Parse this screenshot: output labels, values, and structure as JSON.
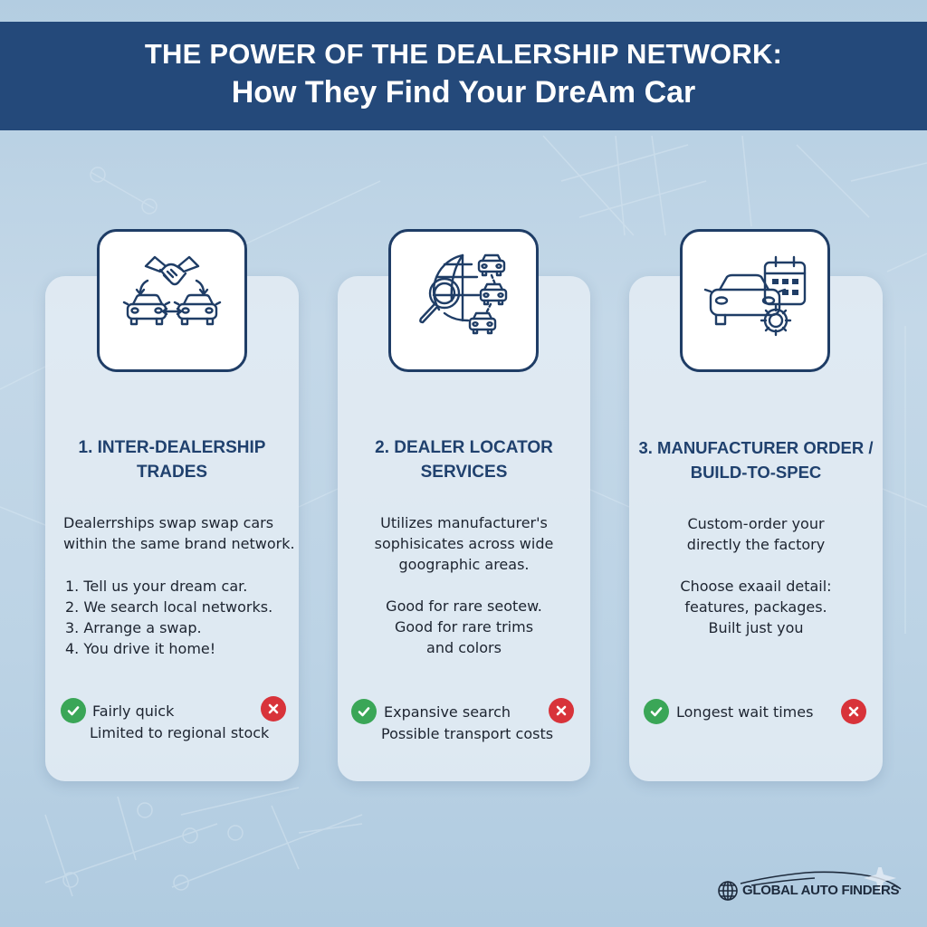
{
  "header": {
    "title_line1": "THE POWER OF THE DEALERSHIP NETWORK:",
    "title_line2": "How They Find Your DreAm Car",
    "background_color": "#24497a"
  },
  "cards": [
    {
      "icon": "handshake-cars-swap-icon",
      "title_line1": "1. INTER-DEALERSHIP",
      "title_line2": "TRADES",
      "description": "Dealerrships swap swap cars\nwithin the same brand network.",
      "steps": [
        "1. Tell us your dream car.",
        "2. We search local networks.",
        "3. Arrange a swap.",
        "4. You drive it home!"
      ],
      "pro": "Fairly quick",
      "con": "Limited to regional stock"
    },
    {
      "icon": "globe-search-cars-icon",
      "title_line1": "2. DEALER LOCATOR",
      "title_line2": "SERVICES",
      "description": "Utilizes manufacturer's\nsophisicates across wide\ngoographic areas.",
      "detail": "Good for rare seotew.\nGood for rare trims\nand colors",
      "pro": "Expansive search",
      "con": "Possible transport costs"
    },
    {
      "icon": "car-calendar-gear-icon",
      "title_line1": "3. MANUFACTURER ORDER /",
      "title_line2": "BUILD-TO-SPEC",
      "description": "Custom-order your\ndirectly the factory",
      "detail": "Choose exaail detail:\nfeatures, packages.\nBuilt just you",
      "pro": "Longest wait times",
      "con": ""
    }
  ],
  "colors": {
    "accent": "#20416e",
    "icon_stroke": "#1f3d66",
    "pro_green": "#3aa657",
    "con_red": "#d8333a"
  },
  "brand": {
    "name": "GLOBAL AUTO FINDERS"
  }
}
